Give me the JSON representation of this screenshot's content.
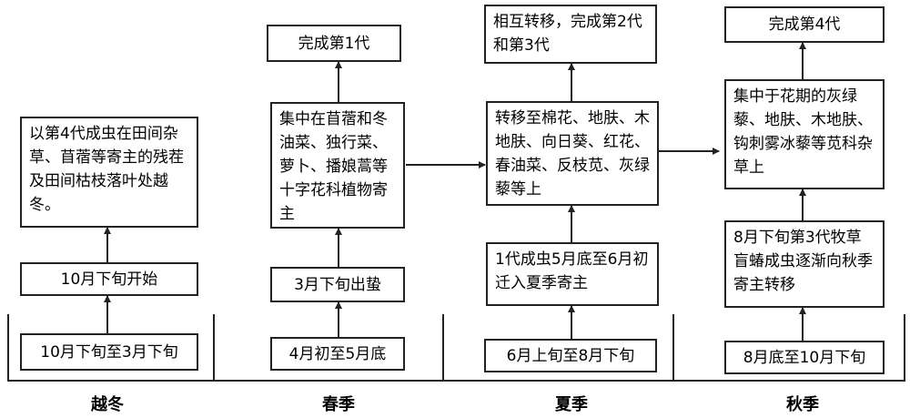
{
  "seasons": {
    "winter": {
      "label": "越冬",
      "period": "10月下旬至3月下旬",
      "start": "10月下旬开始",
      "desc": "以第4代成虫在田间杂草、苜蓿等寄主的残茬及田间枯枝落叶处越冬。"
    },
    "spring": {
      "label": "春季",
      "period": "4月初至5月底",
      "start": "3月下旬出蛰",
      "desc": "集中在苜蓿和冬油菜、独行菜、萝卜、播娘蒿等十字花科植物寄主",
      "result": "完成第1代"
    },
    "summer": {
      "label": "夏季",
      "period": "6月上旬至8月下旬",
      "start": "1代成虫5月底至6月初迁入夏季寄主",
      "desc": "转移至棉花、地肤、木地肤、向日葵、红花、春油菜、反枝苋、灰绿藜等上",
      "result": "相互转移，完成第2代和第3代"
    },
    "autumn": {
      "label": "秋季",
      "period": "8月底至10月下旬",
      "start": "8月下旬第3代牧草盲蝽成虫逐渐向秋季寄主转移",
      "desc": "集中于花期的灰绿藜、地肤、木地肤、钩刺雾冰藜等苋科杂草上",
      "result": "完成第4代"
    }
  }
}
